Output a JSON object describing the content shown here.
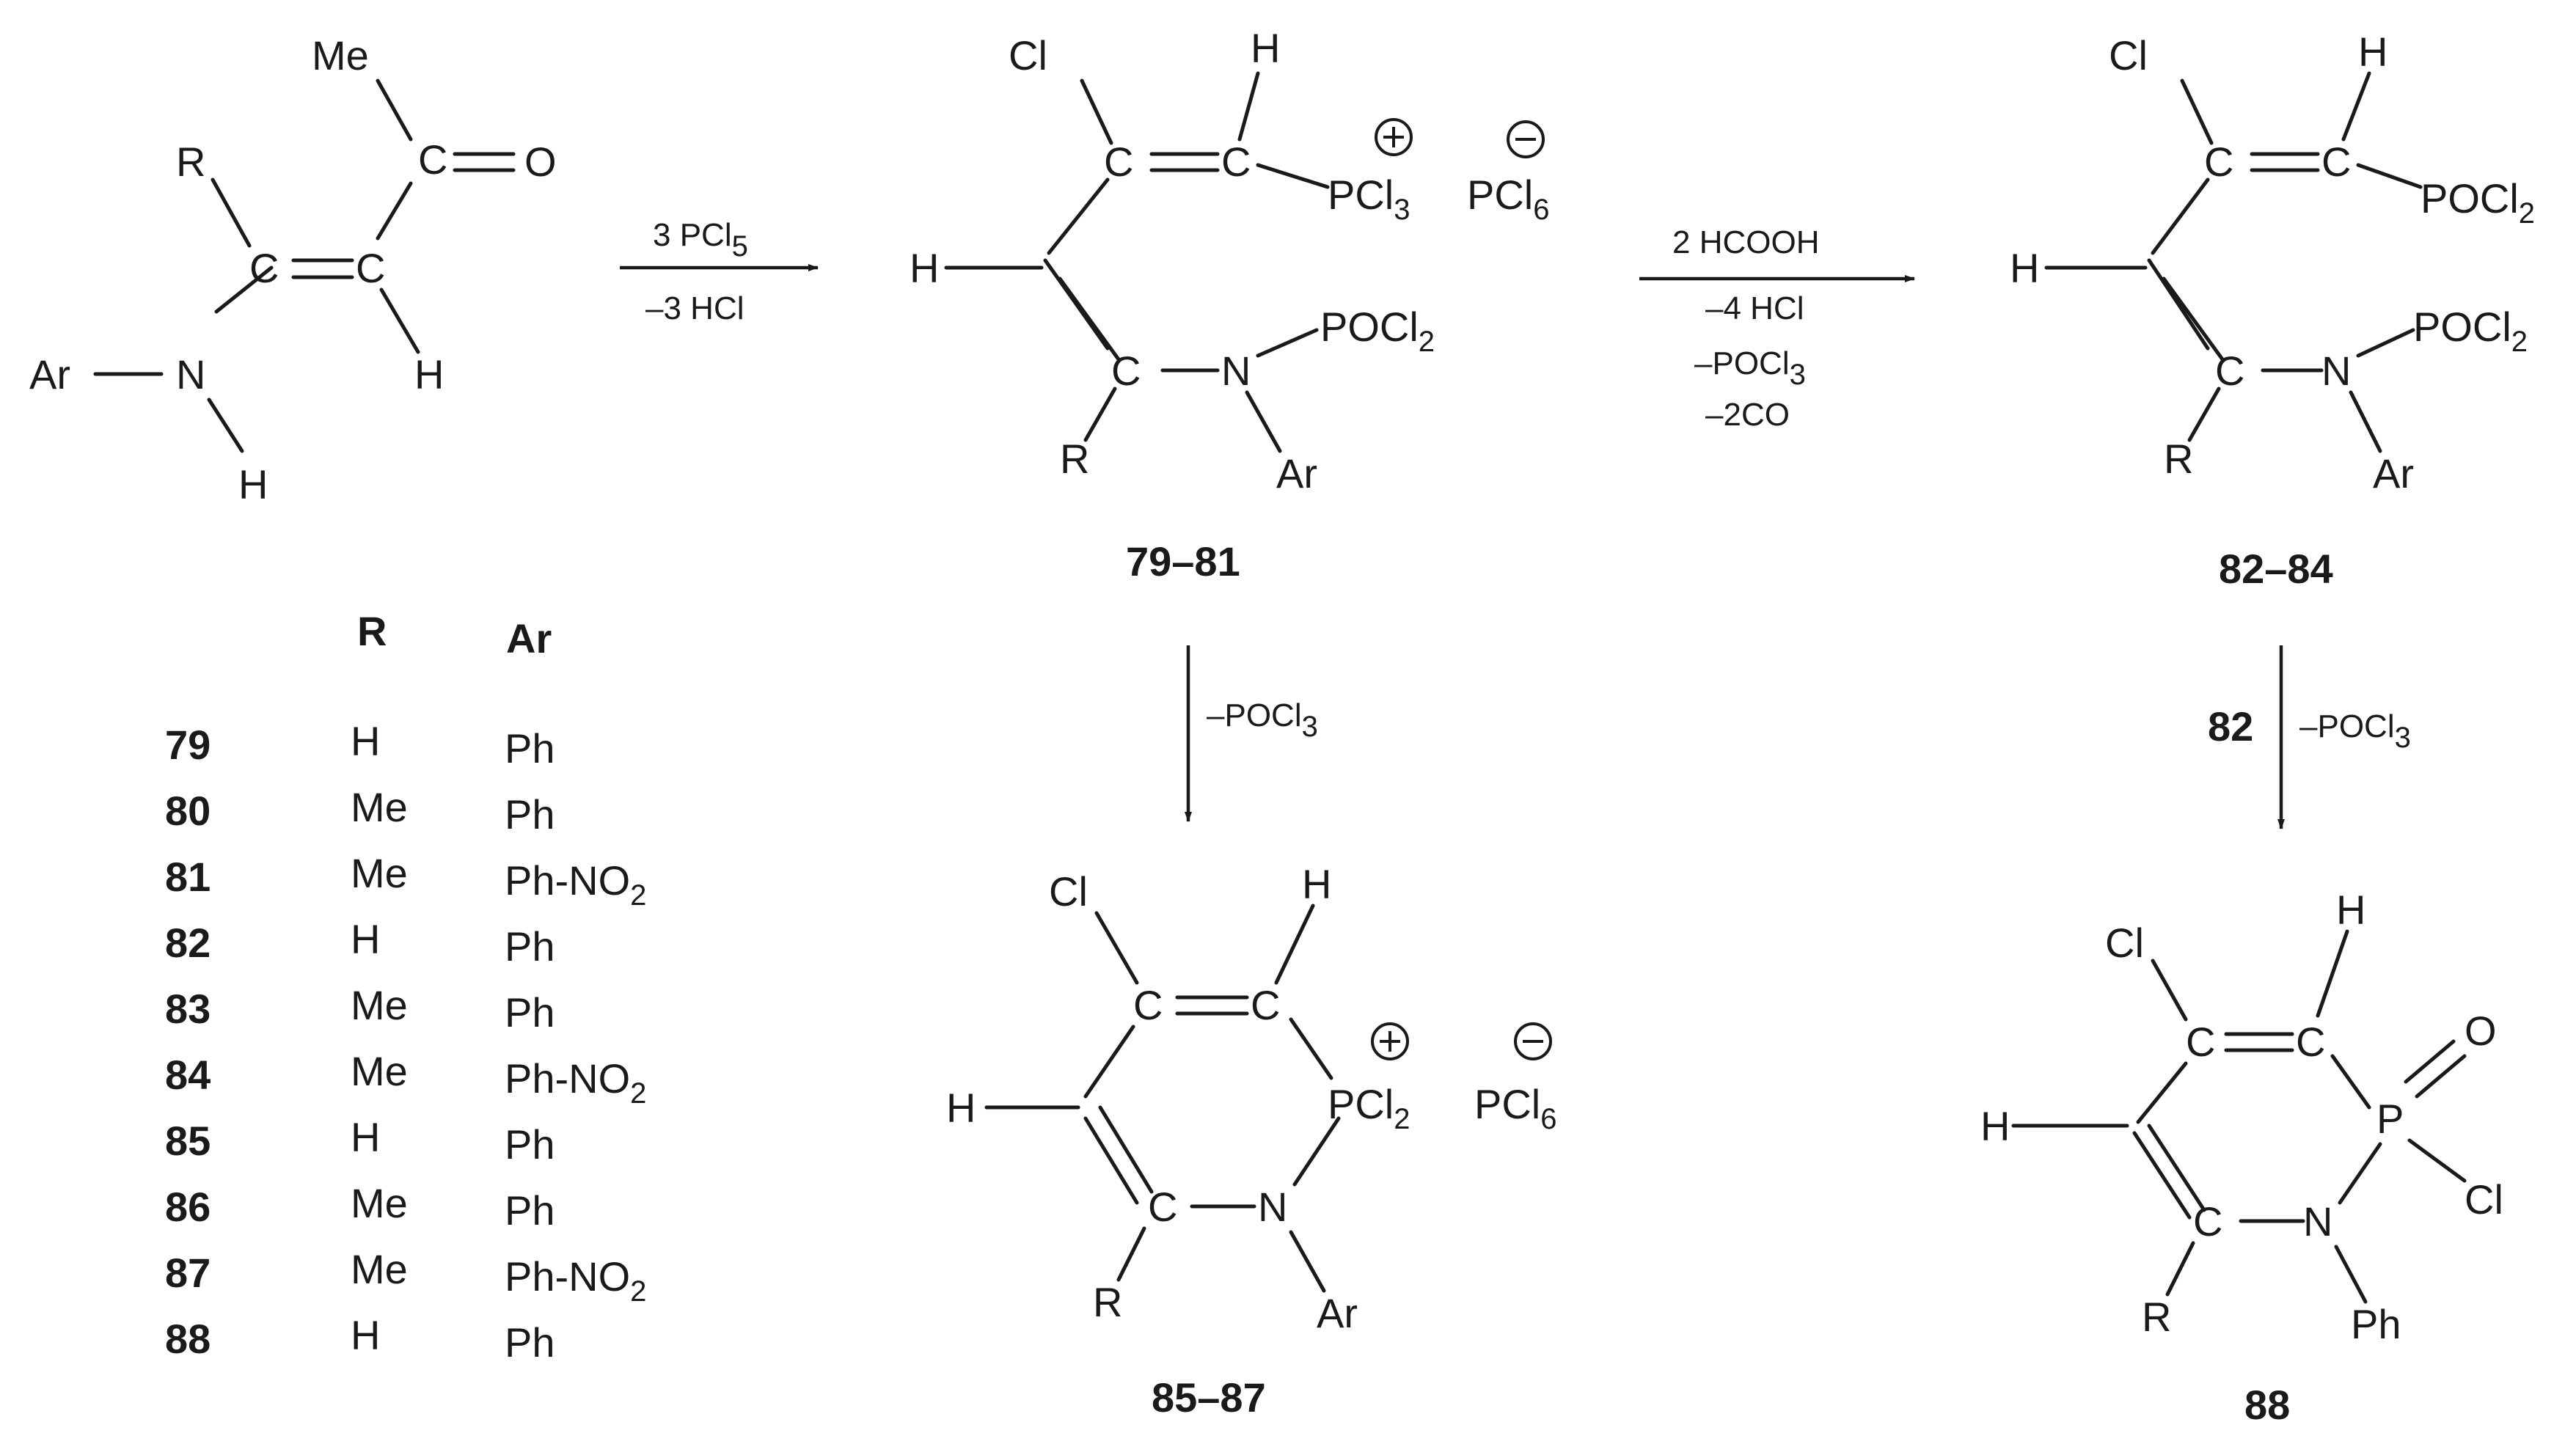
{
  "atoms": {
    "me": "Me",
    "o": "O",
    "r": "R",
    "c": "C",
    "ar": "Ar",
    "n": "N",
    "h": "H",
    "cl": "Cl",
    "p": "P",
    "ph": "Ph",
    "pcl3": "PCl3",
    "pcl6": "PCl6",
    "pocl2": "POCl2",
    "pcl2": "PCl2"
  },
  "charges": {
    "plus": "+",
    "minus": "−"
  },
  "reactions": {
    "step1": {
      "reagent": "3 PCl5",
      "byproduct": "–3 HCl"
    },
    "step2": {
      "reagent": "2 HCOOH",
      "byproducts": [
        "–4 HCl",
        "–POCl3",
        "–2CO"
      ]
    },
    "step3": {
      "byproduct": "–POCl3"
    },
    "step4": {
      "substrate": "82",
      "byproduct": "–POCl3"
    }
  },
  "compound_labels": {
    "c79_81": "79–81",
    "c82_84": "82–84",
    "c85_87": "85–87",
    "c88": "88"
  },
  "substituent_table": {
    "headers": [
      "R",
      "Ar"
    ],
    "rows": [
      {
        "id": "79",
        "R": "H",
        "Ar": "Ph"
      },
      {
        "id": "80",
        "R": "Me",
        "Ar": "Ph"
      },
      {
        "id": "81",
        "R": "Me",
        "Ar": "Ph-NO2"
      },
      {
        "id": "82",
        "R": "H",
        "Ar": "Ph"
      },
      {
        "id": "83",
        "R": "Me",
        "Ar": "Ph"
      },
      {
        "id": "84",
        "R": "Me",
        "Ar": "Ph-NO2"
      },
      {
        "id": "85",
        "R": "H",
        "Ar": "Ph"
      },
      {
        "id": "86",
        "R": "Me",
        "Ar": "Ph"
      },
      {
        "id": "87",
        "R": "Me",
        "Ar": "Ph-NO2"
      },
      {
        "id": "88",
        "R": "H",
        "Ar": "Ph"
      }
    ]
  }
}
